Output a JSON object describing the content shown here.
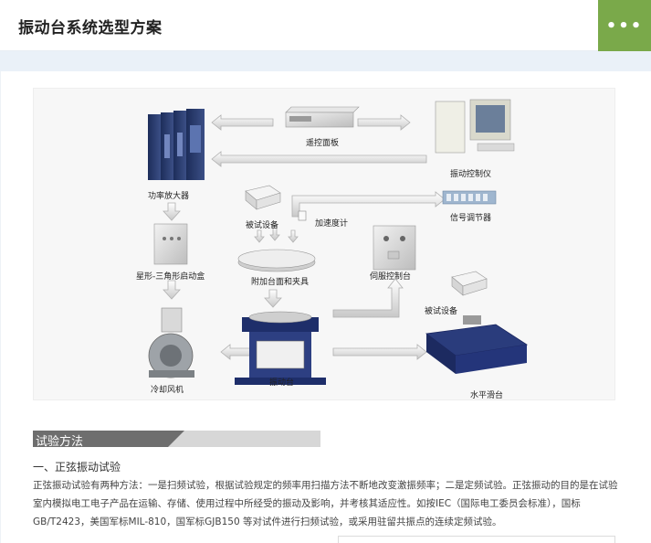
{
  "header": {
    "title": "振动台系统选型方案",
    "menu_icon": "more-dots-icon",
    "menu_glyph": "•••",
    "accent_color": "#7aa94a"
  },
  "diagram": {
    "labels": {
      "remote_panel": "遥控面板",
      "vibration_controller": "振动控制仪",
      "power_amplifier": "功率放大器",
      "device_under_test_1": "被试设备",
      "accelerometer": "加速度计",
      "signal_conditioner": "信号调节器",
      "star_delta_box": "星形-三角形启动盒",
      "fixture_table": "附加台面和夹具",
      "servo_console": "伺服控制台",
      "device_under_test_2": "被试设备",
      "cooling_fan": "冷却风机",
      "shaker": "振动台",
      "slip_table": "水平滑台"
    }
  },
  "section": {
    "tab_label": "试验方法",
    "subheading": "一、正弦振动试验",
    "paragraph": "正弦振动试验有两种方法：一是扫频试验，根据试验规定的频率用扫描方法不断地改变激振频率；二是定频试验。正弦振动的目的是在试验室内模拟电工电子产品在运输、存储、使用过程中所经受的振动及影响，并考核其适应性。如按IEC（国际电工委员会标准），国标GB/T2423，美国军标MIL-810，国军标GJB150 等对试件进行扫频试验，或采用驻留共振点的连续定频试验。"
  }
}
